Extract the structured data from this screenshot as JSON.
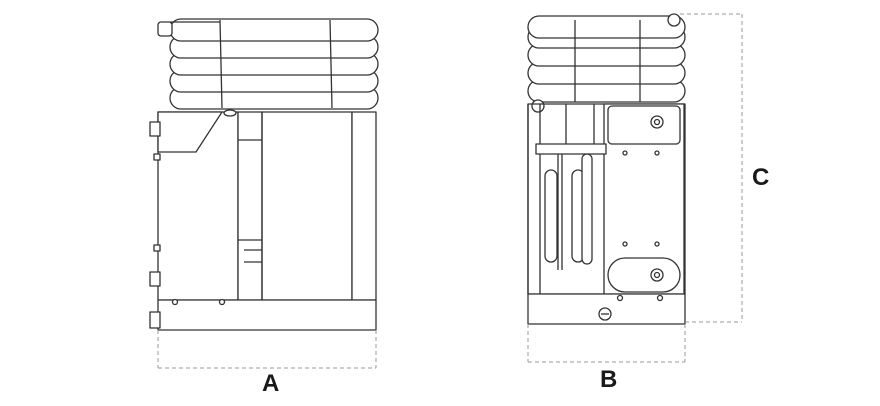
{
  "dimensions": {
    "a": "A",
    "b": "B",
    "c": "C"
  },
  "colors": {
    "outline": "#333333",
    "dim_line": "#9a9a9a"
  }
}
